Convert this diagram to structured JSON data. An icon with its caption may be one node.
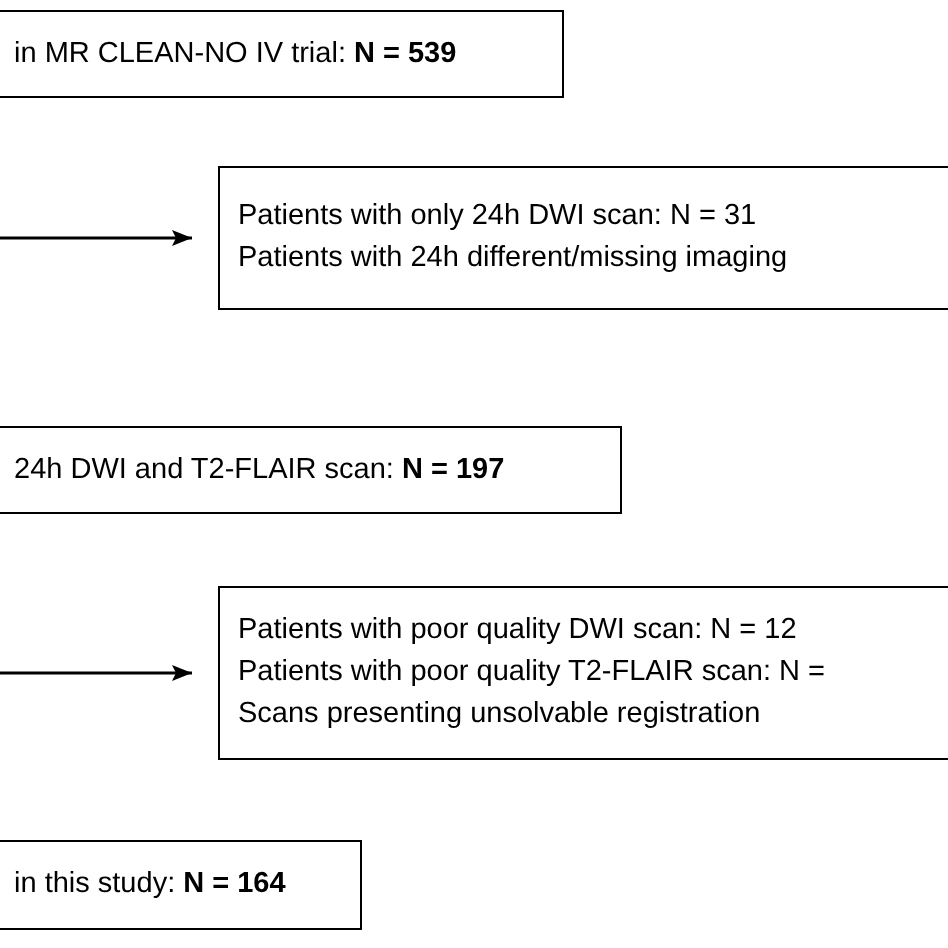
{
  "diagram": {
    "nodes": [
      {
        "text": [
          "in MR CLEAN-NO IV trial: **N = 539**"
        ]
      },
      {
        "text": [
          "Patients with only 24h DWI scan: N = 31",
          "Patients with 24h different/missing imaging"
        ]
      },
      {
        "text": [
          "24h DWI and T2-FLAIR scan: **N = 197**"
        ]
      },
      {
        "text": [
          "Patients with poor quality DWI scan: N = 12",
          "Patients with poor quality T2-FLAIR scan: N =",
          "Scans presenting unsolvable registration"
        ]
      },
      {
        "text": [
          "in this study: **N = 164**"
        ]
      }
    ],
    "edges": [
      {
        "from": null,
        "to": 1,
        "arrow": "to"
      },
      {
        "from": null,
        "to": 3,
        "arrow": "to"
      }
    ]
  }
}
